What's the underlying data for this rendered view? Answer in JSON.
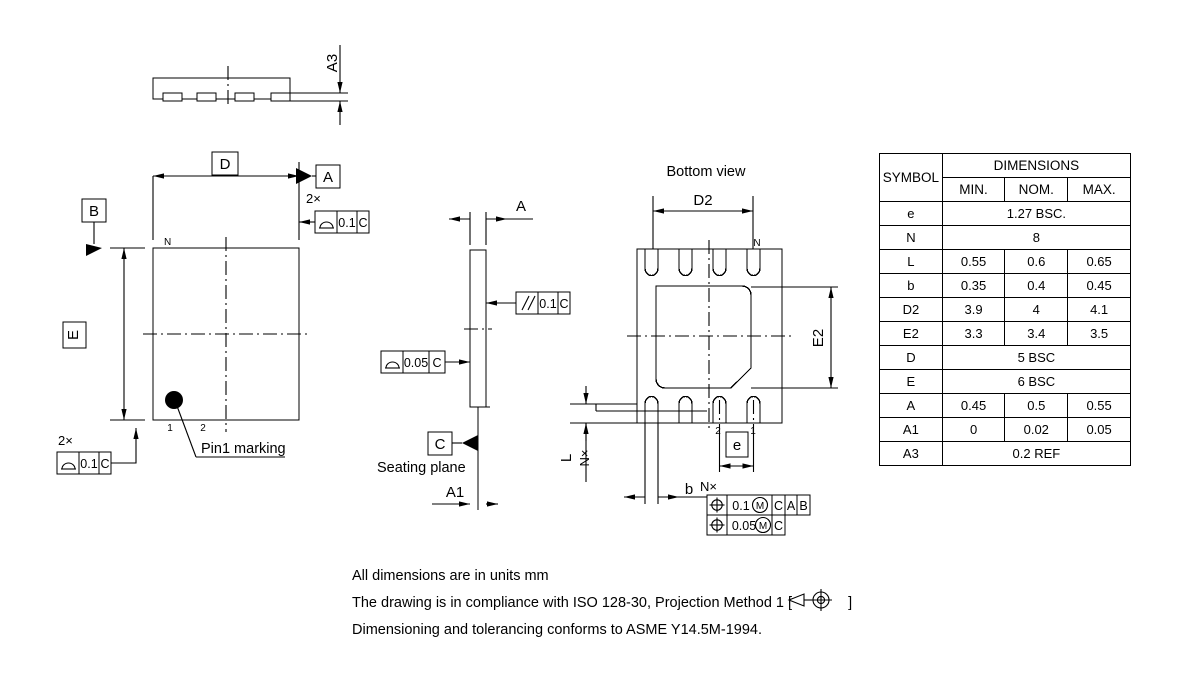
{
  "drawing": {
    "bottom_view_title": "Bottom view",
    "seating_plane_label": "Seating plane",
    "pin1_label": "Pin1 marking",
    "qty_2x": "2×",
    "qty_nx": "N×",
    "datum_a": "A",
    "datum_b": "B",
    "datum_c": "C",
    "dim_a": "A",
    "dim_a1": "A1",
    "dim_a3": "A3",
    "dim_b": "b",
    "dim_d": "D",
    "dim_d2": "D2",
    "dim_e": "E",
    "dim_e2": "E2",
    "dim_e_pitch": "e",
    "dim_l": "L",
    "pin_n": "N",
    "pin_1": "1",
    "pin_2": "2",
    "fcf": {
      "profile_top_value": "0.1",
      "profile_top_datum": "C",
      "profile_bottom_value": "0.1",
      "profile_bottom_datum": "C",
      "parallel_value": "0.1",
      "parallel_datum": "C",
      "flat_value": "0.05",
      "flat_datum": "C",
      "pos1_value": "0.1",
      "pos1_modifier": "M",
      "pos1_datums": [
        "C",
        "A",
        "B"
      ],
      "pos2_value": "0.05",
      "pos2_modifier": "M",
      "pos2_datums": [
        "C"
      ]
    }
  },
  "table": {
    "col_symbol": "SYMBOL",
    "col_dimensions": "DIMENSIONS",
    "col_min": "MIN.",
    "col_nom": "NOM.",
    "col_max": "MAX.",
    "rows": [
      {
        "symbol": "e",
        "span": "1.27 BSC."
      },
      {
        "symbol": "N",
        "span": "8"
      },
      {
        "symbol": "L",
        "min": "0.55",
        "nom": "0.6",
        "max": "0.65"
      },
      {
        "symbol": "b",
        "min": "0.35",
        "nom": "0.4",
        "max": "0.45"
      },
      {
        "symbol": "D2",
        "min": "3.9",
        "nom": "4",
        "max": "4.1"
      },
      {
        "symbol": "E2",
        "min": "3.3",
        "nom": "3.4",
        "max": "3.5"
      },
      {
        "symbol": "D",
        "span": "5 BSC"
      },
      {
        "symbol": "E",
        "span": "6 BSC"
      },
      {
        "symbol": "A",
        "min": "0.45",
        "nom": "0.5",
        "max": "0.55"
      },
      {
        "symbol": "A1",
        "min": "0",
        "nom": "0.02",
        "max": "0.05"
      },
      {
        "symbol": "A3",
        "span": "0.2 REF"
      }
    ]
  },
  "notes": [
    "All dimensions are in units mm",
    "The drawing is in compliance with ISO 128-30, Projection Method 1 [",
    "Dimensioning and tolerancing conforms to ASME Y14.5M-1994."
  ],
  "notes_tail": "]",
  "colors": {
    "line": "#000000",
    "background": "#ffffff"
  }
}
